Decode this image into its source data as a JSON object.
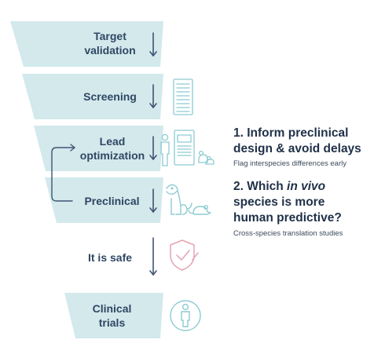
{
  "stages": [
    {
      "line1": "Target",
      "line2": "validation"
    },
    {
      "line1": "Screening",
      "line2": ""
    },
    {
      "line1": "Lead",
      "line2": "optimization"
    },
    {
      "line1": "Preclinical",
      "line2": ""
    },
    {
      "line1": "It is safe",
      "line2": ""
    },
    {
      "line1": "Clinical",
      "line2": "trials"
    }
  ],
  "callout1": {
    "heading_line1": "1. Inform preclinical",
    "heading_line2": "design & avoid delays",
    "caption": "Flag interspecies differences early"
  },
  "callout2": {
    "heading_pre": "2. Which ",
    "heading_em": "in vivo",
    "heading_line2": "species is more",
    "heading_line3": "human predictive?",
    "caption": "Cross-species translation studies"
  },
  "icons": [
    "screening-plate-icon",
    "human-lab-animal-icon",
    "dog-mouse-icon",
    "shield-check-icon",
    "person-circle-icon"
  ],
  "colors": {
    "band": "#d3e9ec",
    "text": "#2f4763",
    "arrow": "#3d5573",
    "icon": "#8ccbd2",
    "shield": "#e6a3b3"
  }
}
